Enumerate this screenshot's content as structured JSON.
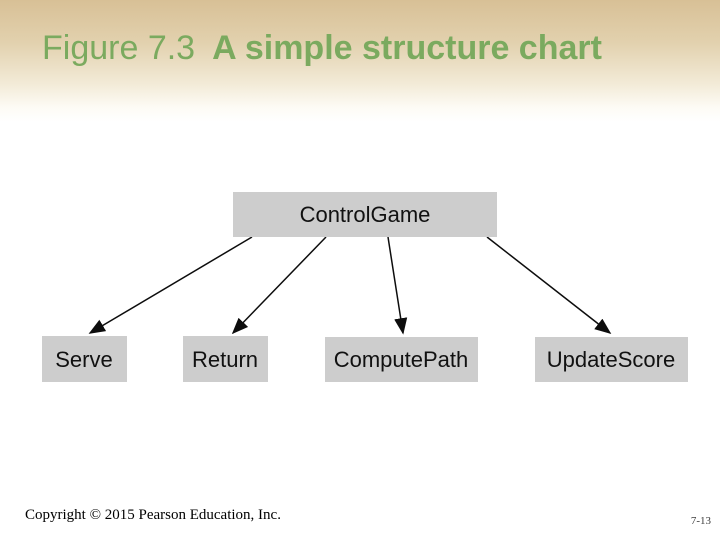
{
  "slide": {
    "title": {
      "prefix": "Figure 7.3",
      "main": "A simple structure chart"
    },
    "footer": {
      "copyright": "Copyright © 2015 Pearson Education, Inc.",
      "page_number": "7-13"
    }
  },
  "diagram": {
    "type": "structure-chart",
    "root": {
      "label": "ControlGame"
    },
    "children": [
      {
        "label": "Serve"
      },
      {
        "label": "Return"
      },
      {
        "label": "ComputePath"
      },
      {
        "label": "UpdateScore"
      }
    ],
    "edges": [
      {
        "from": "ControlGame",
        "to": "Serve"
      },
      {
        "from": "ControlGame",
        "to": "Return"
      },
      {
        "from": "ControlGame",
        "to": "ComputePath"
      },
      {
        "from": "ControlGame",
        "to": "UpdateScore"
      }
    ],
    "colors": {
      "header_tan": "#d8c096",
      "title_green": "#7baa5f",
      "box_fill": "#cdcdcd",
      "line": "#0d0d0d"
    }
  }
}
